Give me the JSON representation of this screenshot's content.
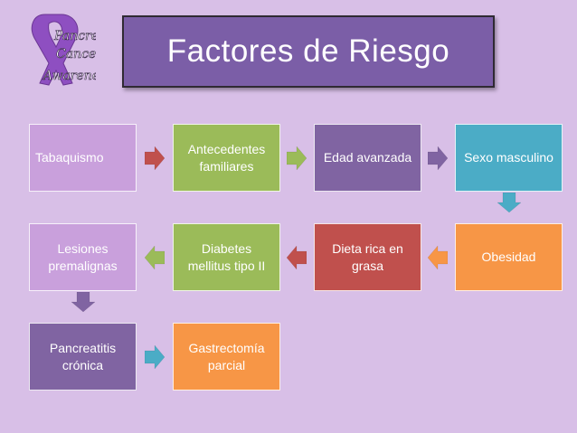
{
  "logo": {
    "text": "Pancreatic Cancer Awareness",
    "ribbon_color": "#8e4fc1"
  },
  "title": "Factores de Riesgo",
  "colors": {
    "background": "#d8bfe7",
    "title_bg": "#7b5ea7",
    "red": "#c0504d",
    "green": "#9bbb59",
    "purple": "#8064a2",
    "teal": "#4bacc6",
    "orange": "#f79646",
    "mauve": "#c9a0dc"
  },
  "nodes": [
    {
      "id": "tabaquismo",
      "label": "Tabaquismo",
      "color": "#c9a0dc"
    },
    {
      "id": "antecedentes",
      "label": "Antecedentes familiares",
      "color": "#9bbb59"
    },
    {
      "id": "edad",
      "label": "Edad avanzada",
      "color": "#8064a2"
    },
    {
      "id": "sexo",
      "label": "Sexo masculino",
      "color": "#4bacc6"
    },
    {
      "id": "obesidad",
      "label": "Obesidad",
      "color": "#f79646"
    },
    {
      "id": "dieta",
      "label": "Dieta rica en grasa",
      "color": "#c0504d"
    },
    {
      "id": "diabetes",
      "label": "Diabetes mellitus tipo II",
      "color": "#9bbb59"
    },
    {
      "id": "lesiones",
      "label": "Lesiones premalignas",
      "color": "#c9a0dc"
    },
    {
      "id": "pancreatitis",
      "label": "Pancreatitis crónica",
      "color": "#8064a2"
    },
    {
      "id": "gastrectomia",
      "label": "Gastrectomía parcial",
      "color": "#f79646"
    }
  ],
  "connections": [
    {
      "from": "tabaquismo",
      "to": "antecedentes",
      "direction": "right",
      "color": "#c0504d"
    },
    {
      "from": "antecedentes",
      "to": "edad",
      "direction": "right",
      "color": "#9bbb59"
    },
    {
      "from": "edad",
      "to": "sexo",
      "direction": "right",
      "color": "#8064a2"
    },
    {
      "from": "sexo",
      "to": "obesidad",
      "direction": "down",
      "color": "#4bacc6"
    },
    {
      "from": "obesidad",
      "to": "dieta",
      "direction": "left",
      "color": "#f79646"
    },
    {
      "from": "dieta",
      "to": "diabetes",
      "direction": "left",
      "color": "#c0504d"
    },
    {
      "from": "diabetes",
      "to": "lesiones",
      "direction": "left",
      "color": "#9bbb59"
    },
    {
      "from": "lesiones",
      "to": "pancreatitis",
      "direction": "down",
      "color": "#8064a2"
    },
    {
      "from": "pancreatitis",
      "to": "gastrectomia",
      "direction": "right",
      "color": "#4bacc6"
    }
  ]
}
